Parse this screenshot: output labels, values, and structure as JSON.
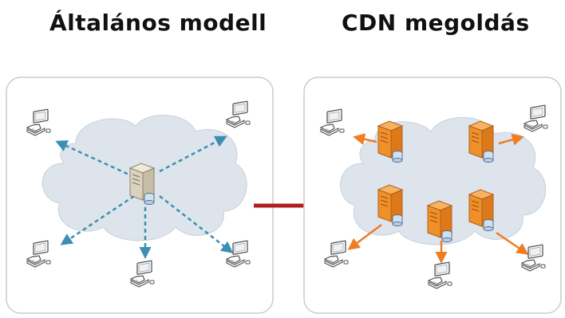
{
  "titles": {
    "left": "Általános modell",
    "right": "CDN megoldás"
  },
  "panels": [
    {
      "id": "general-model",
      "node_icon": "computer-icon",
      "server_icon": "server-icon",
      "server_color": "#d8d2c0"
    },
    {
      "id": "cdn-solution",
      "node_icon": "computer-icon",
      "server_icon": "server-icon",
      "server_color": "#f0902a"
    }
  ],
  "colors": {
    "cloud_fill": "#dde4ec",
    "panel_border": "#cccccc",
    "dashed_arrow": "#3c8fb0",
    "cdn_arrow": "#ee7d23",
    "transition_arrow": "#b01f1f"
  }
}
